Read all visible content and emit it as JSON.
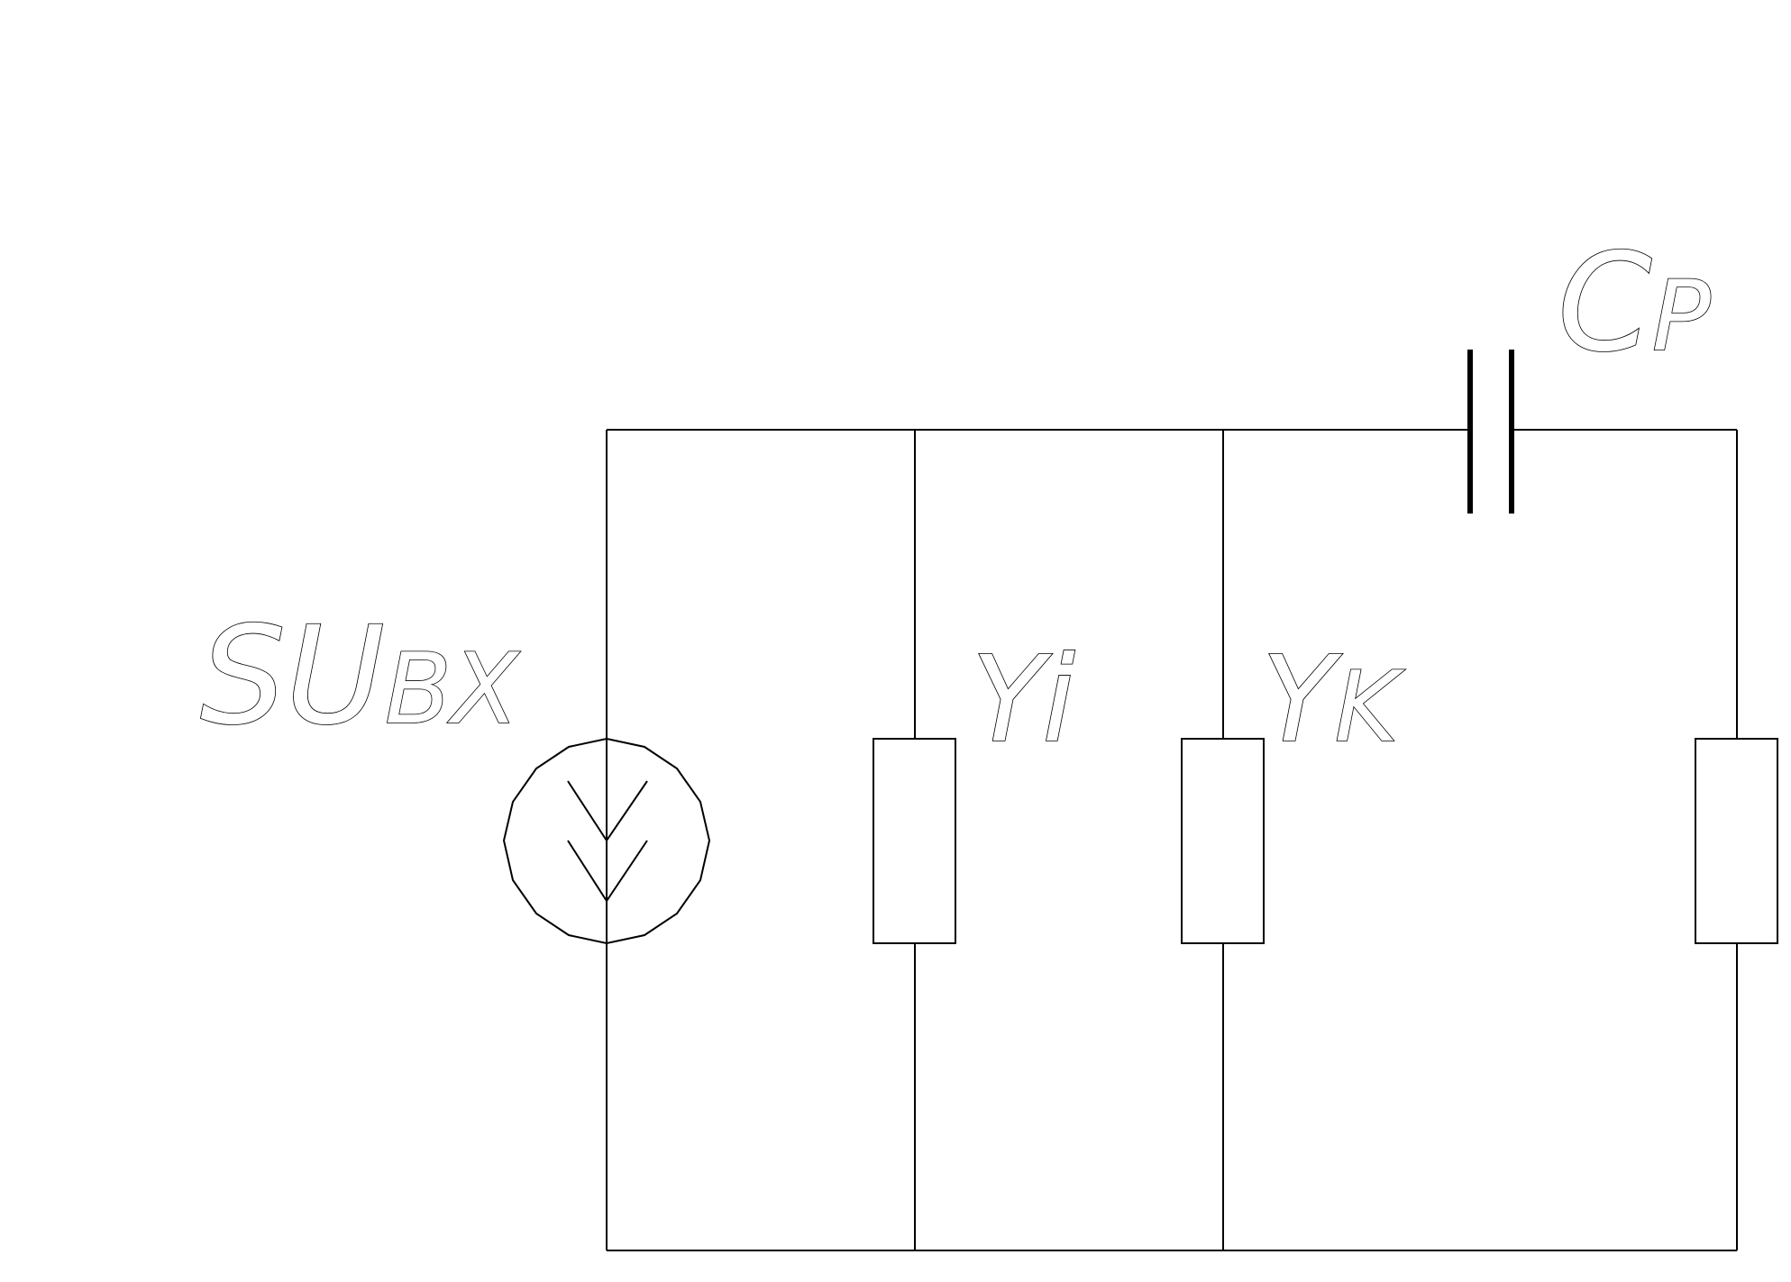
{
  "labels": {
    "source_main": "SU",
    "source_sub": "BX",
    "yi_main": "Y",
    "yi_sub": "i",
    "yk_main": "Y",
    "yk_sub": "K",
    "cap_main": "C",
    "cap_sub": "P"
  }
}
